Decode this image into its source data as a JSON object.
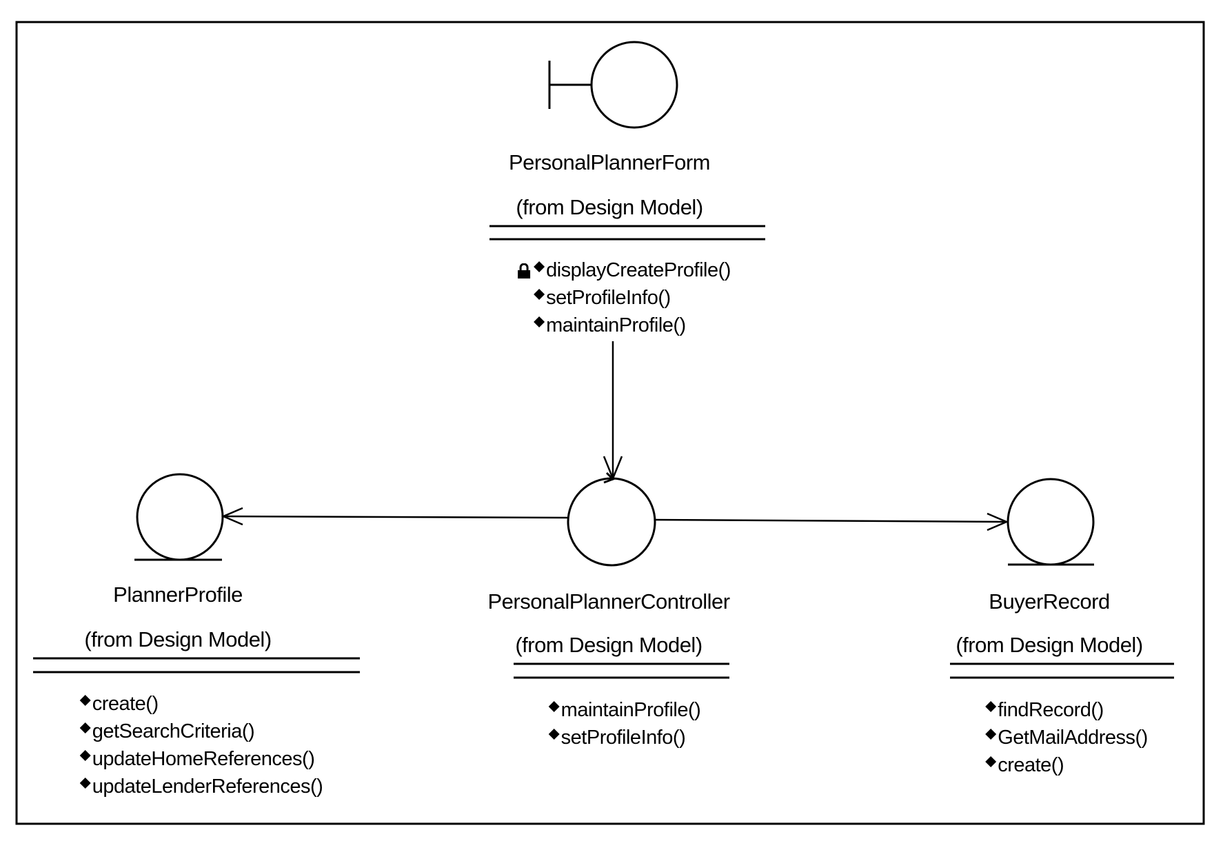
{
  "classes": {
    "form": {
      "name": "PersonalPlannerForm",
      "package": "(from Design Model)",
      "operations": [
        "displayCreateProfile()",
        "setProfileInfo()",
        "maintainProfile()"
      ]
    },
    "profile": {
      "name": "PlannerProfile",
      "package": "(from Design Model)",
      "operations": [
        "create()",
        "getSearchCriteria()",
        "updateHomeReferences()",
        "updateLenderReferences()"
      ]
    },
    "controller": {
      "name": "PersonalPlannerController",
      "package": "(from Design Model)",
      "operations": [
        "maintainProfile()",
        "setProfileInfo()"
      ]
    },
    "buyer": {
      "name": "BuyerRecord",
      "package": "(from Design Model)",
      "operations": [
        "findRecord()",
        "GetMailAddress()",
        "create()"
      ]
    }
  },
  "icons": {
    "form": "boundary-class-icon",
    "controller": "control-class-icon",
    "profile": "entity-class-icon",
    "buyer": "entity-class-icon",
    "operation": "public-operation-diamond-icon",
    "lock": "lock-icon"
  },
  "colors": {
    "line": "#000000",
    "background": "#ffffff"
  }
}
